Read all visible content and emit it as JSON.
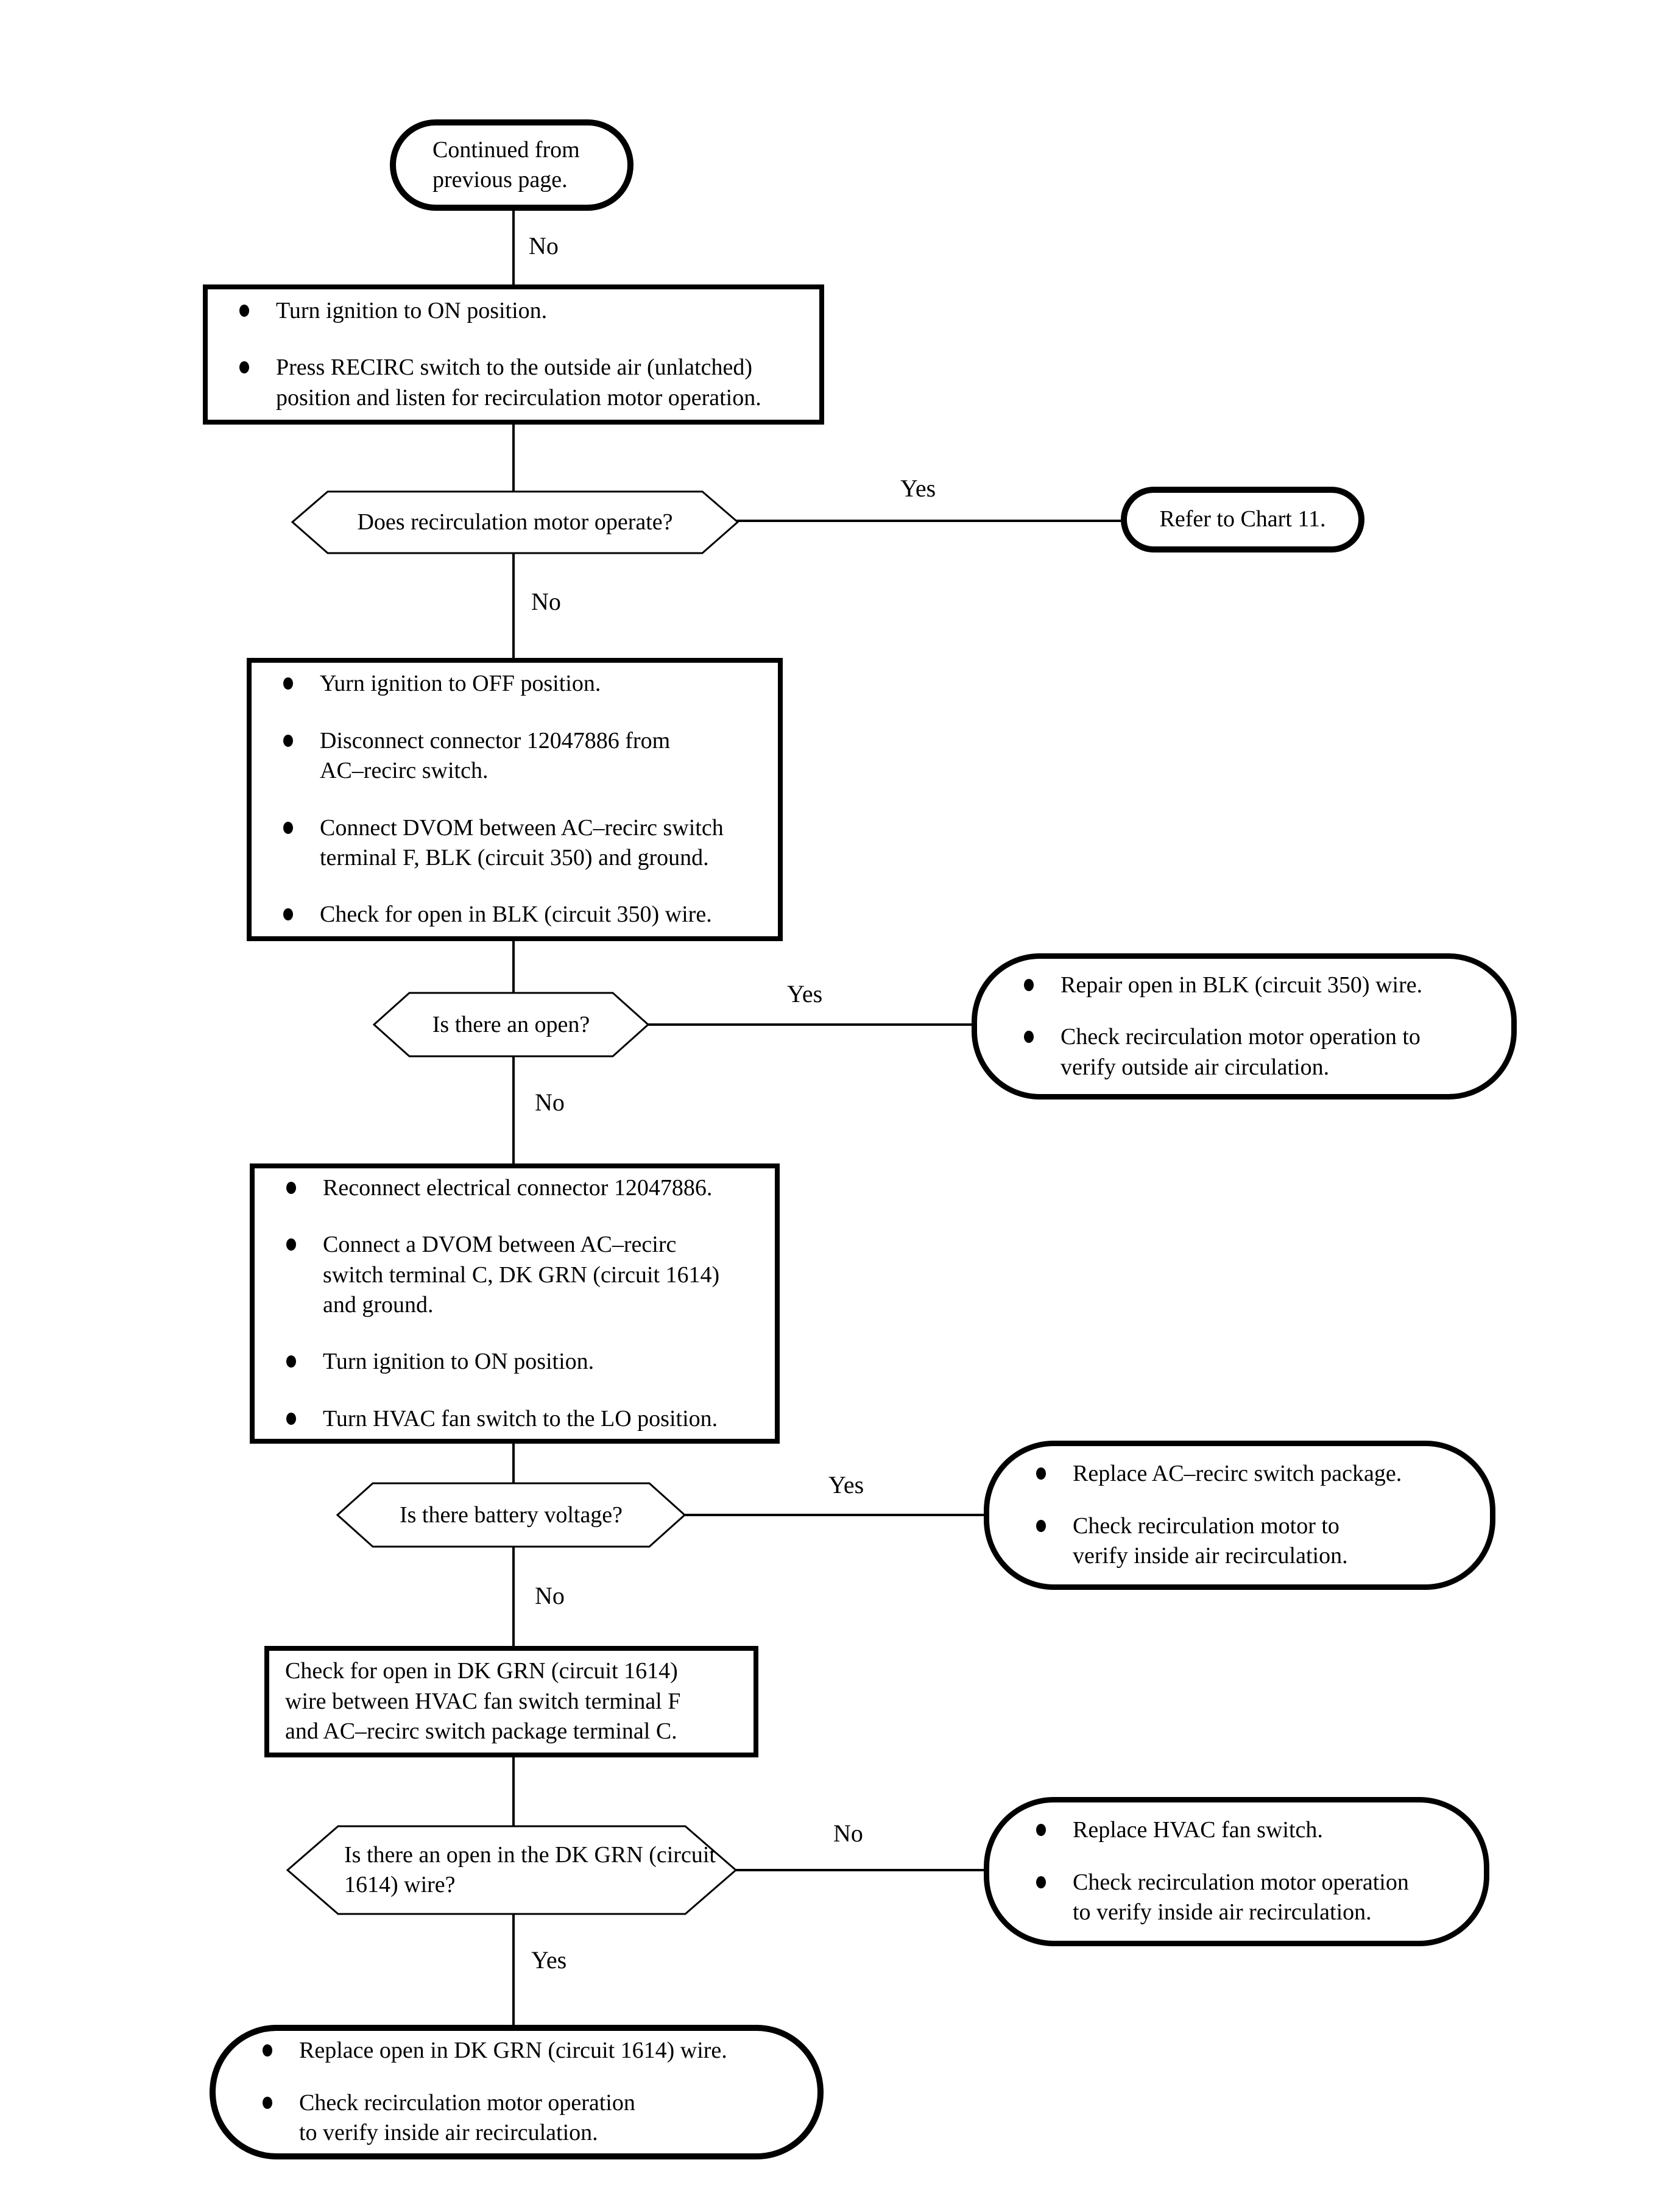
{
  "nodes": {
    "start": {
      "text": "Continued from\nprevious page."
    },
    "box1": {
      "items": [
        "Turn ignition to ON position.",
        "Press RECIRC switch to the outside air (unlatched)\nposition and listen for recirculation motor operation."
      ]
    },
    "dec1": {
      "text": "Does recirculation motor operate?"
    },
    "refer": {
      "text": "Refer to Chart 11."
    },
    "box2": {
      "items": [
        "Yurn ignition to OFF position.",
        "Disconnect connector 12047886 from\nAC–recirc switch.",
        "Connect DVOM between AC–recirc switch\nterminal F, BLK (circuit 350) and ground.",
        "Check for open in BLK (circuit 350) wire."
      ]
    },
    "dec2": {
      "text": "Is there an open?"
    },
    "rbox1": {
      "items": [
        "Repair open in BLK (circuit 350) wire.",
        "Check recirculation motor operation to\nverify outside air circulation."
      ]
    },
    "box3": {
      "items": [
        "Reconnect electrical connector 12047886.",
        "Connect a DVOM between AC–recirc\nswitch terminal C, DK GRN (circuit 1614)\nand ground.",
        "Turn ignition to ON position.",
        "Turn HVAC fan switch to the LO position."
      ]
    },
    "dec3": {
      "text": "Is there battery voltage?"
    },
    "rbox2": {
      "items": [
        "Replace AC–recirc switch package.",
        "Check recirculation motor to\nverify inside air recirculation."
      ]
    },
    "box4": {
      "text": "Check for open in DK GRN (circuit 1614)\nwire between HVAC fan switch terminal F\nand AC–recirc switch package terminal C."
    },
    "dec4": {
      "text": "Is there an open in the DK GRN\n(circuit 1614) wire?"
    },
    "rbox3": {
      "items": [
        "Replace HVAC fan switch.",
        "Check recirculation motor operation\nto verify inside air recirculation."
      ]
    },
    "terminator_end": {
      "items": [
        "Replace open in DK GRN (circuit 1614) wire.",
        "Check recirculation motor operation\nto verify inside air recirculation."
      ]
    }
  },
  "edges": {
    "start_no": "No",
    "dec1_yes": "Yes",
    "dec1_no": "No",
    "dec2_yes": "Yes",
    "dec2_no": "No",
    "dec3_yes": "Yes",
    "dec3_no": "No",
    "dec4_no": "No",
    "dec4_yes": "Yes"
  },
  "colors": {
    "line": "#000000",
    "background": "#ffffff"
  }
}
